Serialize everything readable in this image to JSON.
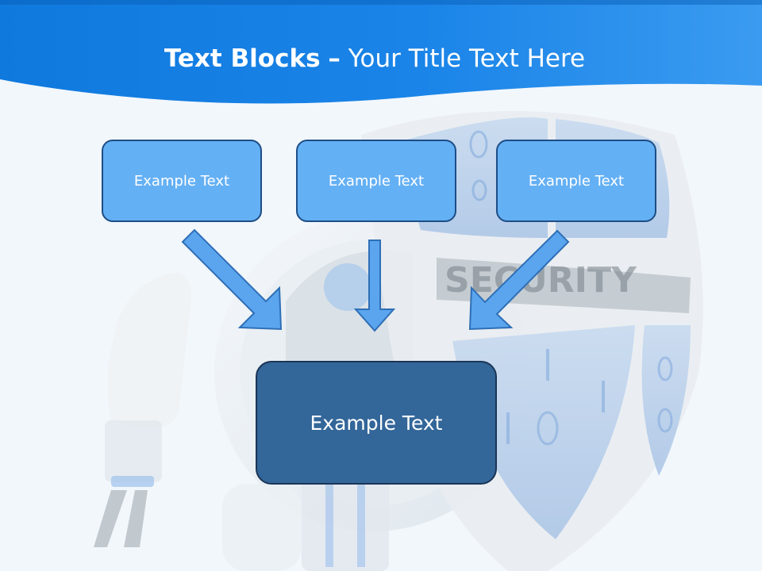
{
  "slide": {
    "title_bold": "Text Blocks",
    "title_dash": "–",
    "title_rest": "Your Title Text Here"
  },
  "text_blocks": {
    "top": [
      {
        "label": "Example Text"
      },
      {
        "label": "Example Text"
      },
      {
        "label": "Example Text"
      }
    ],
    "bottom": {
      "label": "Example Text"
    }
  },
  "background_art": {
    "watermark_word": "SECURITY",
    "description_icon": "robot-shield-illustration"
  },
  "colors": {
    "header_blue": "#1a7fe0",
    "box_light": "#64b0f4",
    "box_dark": "#336699",
    "arrow_fill": "#5aa5ee",
    "arrow_stroke": "#2e6fb6"
  }
}
